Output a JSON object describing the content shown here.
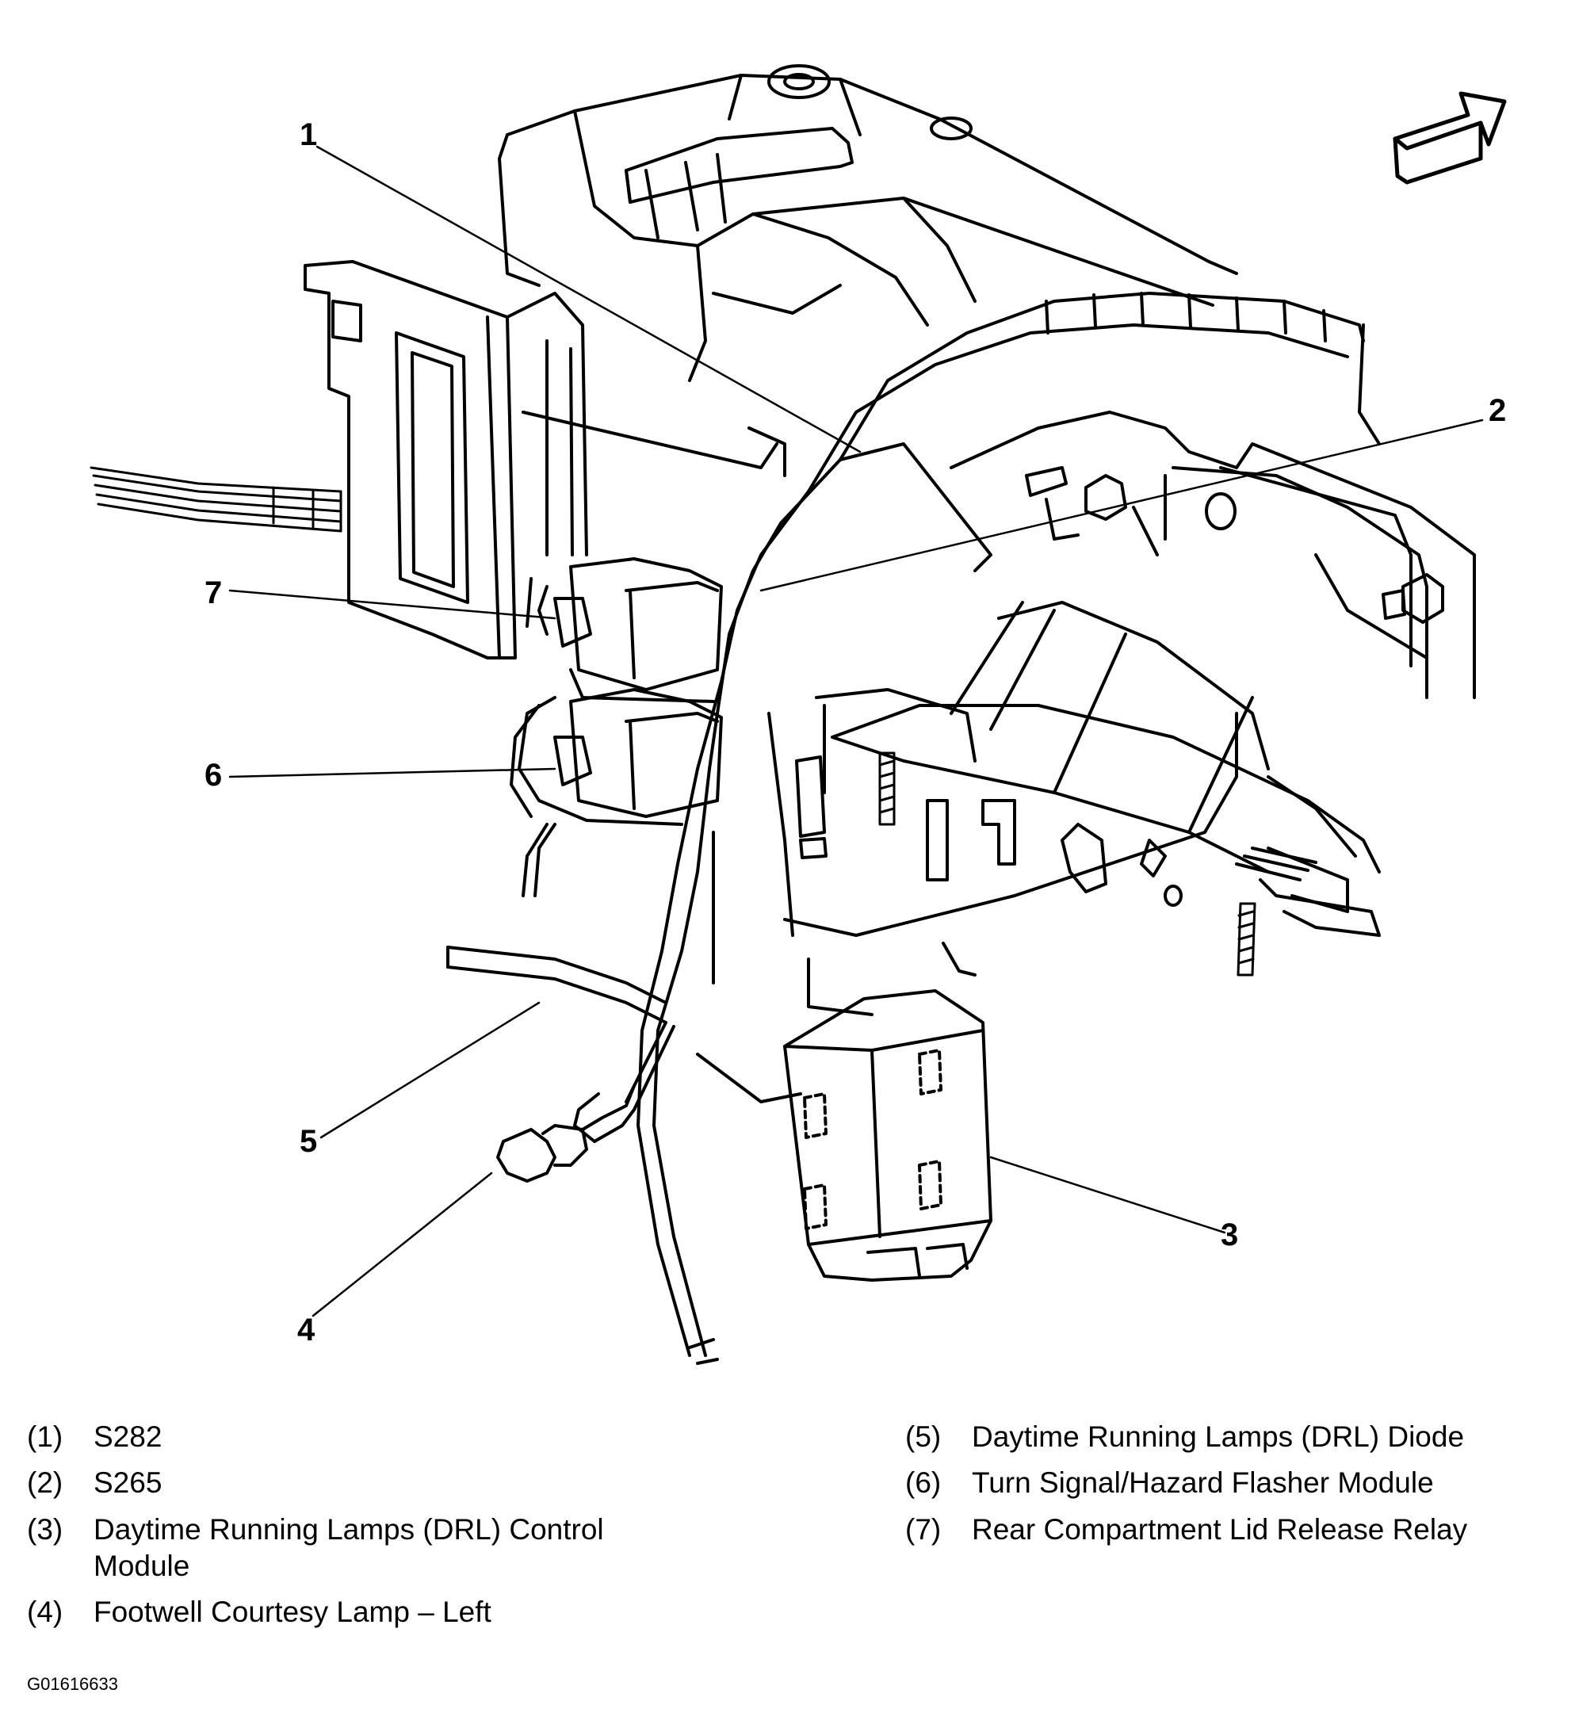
{
  "callouts": [
    "1",
    "2",
    "3",
    "4",
    "5",
    "6",
    "7"
  ],
  "legend": {
    "left": [
      {
        "num": "(1)",
        "text": "S282"
      },
      {
        "num": "(2)",
        "text": "S265"
      },
      {
        "num": "(3)",
        "text": "Daytime Running Lamps (DRL) Control Module"
      },
      {
        "num": "(4)",
        "text": "Footwell Courtesy Lamp – Left"
      }
    ],
    "right": [
      {
        "num": "(5)",
        "text": "Daytime Running Lamps (DRL) Diode"
      },
      {
        "num": "(6)",
        "text": "Turn Signal/Hazard Flasher Module"
      },
      {
        "num": "(7)",
        "text": "Rear Compartment Lid Release Relay"
      }
    ]
  },
  "figure_id": "G01616633",
  "icons": {
    "direction": "forward-arrow-icon"
  }
}
